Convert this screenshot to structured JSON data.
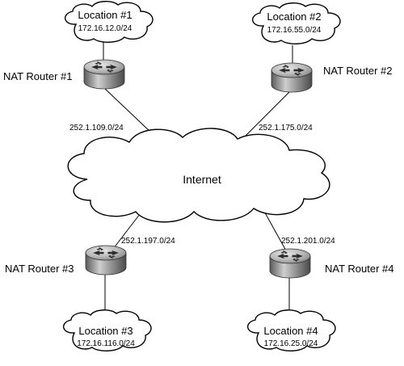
{
  "internet": {
    "label": "Internet"
  },
  "locations": [
    {
      "name": "Location #1",
      "subnet": "172.16.12.0/24"
    },
    {
      "name": "Location #2",
      "subnet": "172.16.55.0/24"
    },
    {
      "name": "Location #3",
      "subnet": "172.16.116.0/24"
    },
    {
      "name": "Location #4",
      "subnet": "172.16.25.0/24"
    }
  ],
  "routers": [
    {
      "label": "NAT Router #1",
      "link_net": "252.1.109.0/24"
    },
    {
      "label": "NAT Router #2",
      "link_net": "252.1.175.0/24"
    },
    {
      "label": "NAT Router #3",
      "link_net": "252.1.197.0/24"
    },
    {
      "label": "NAT Router #4",
      "link_net": "252.1.201.0/24"
    }
  ]
}
